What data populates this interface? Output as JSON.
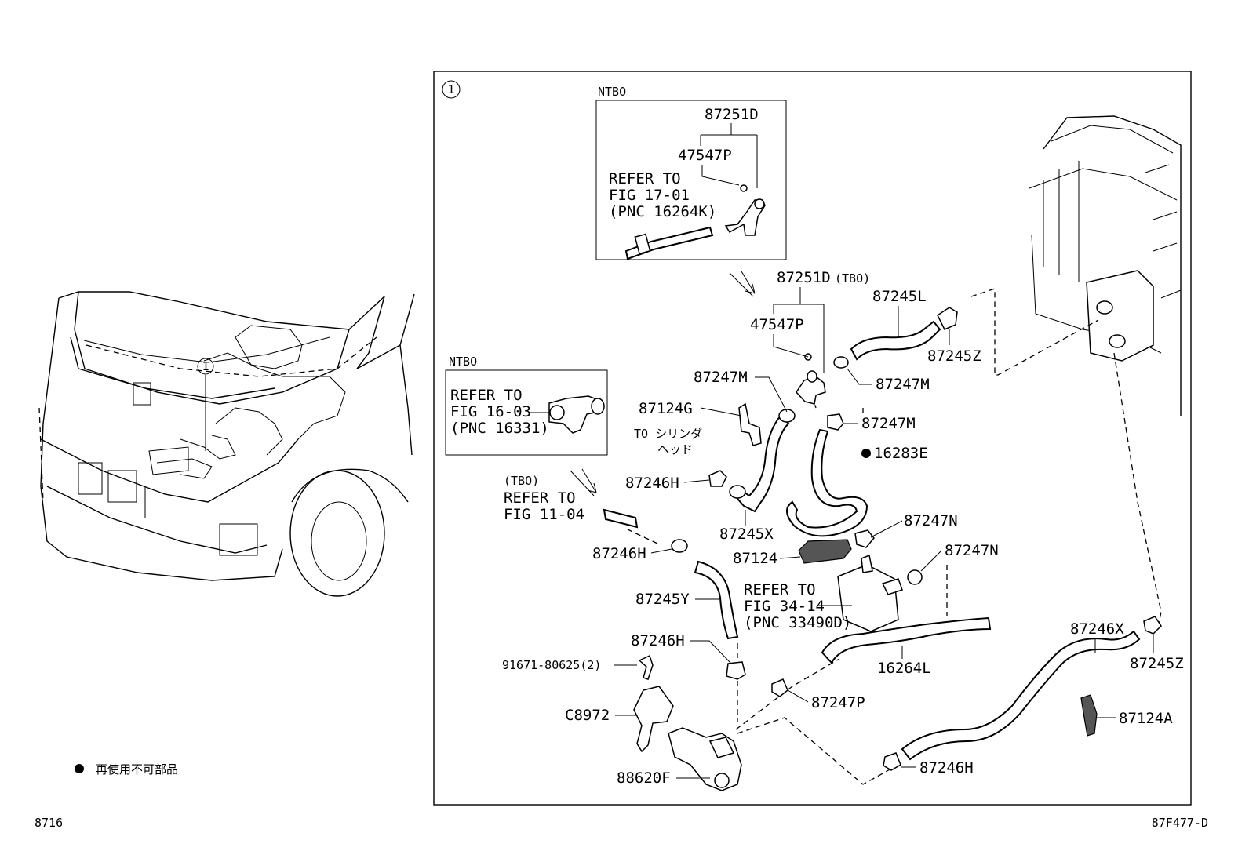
{
  "circled_ref": "1",
  "corner_left": "8716",
  "corner_right": "87F477-D",
  "legend": {
    "bullet": "●",
    "text": "再使用不可部品"
  },
  "inset_top": {
    "tag": "NTBO",
    "part_a": "87251D",
    "part_b": "47547P",
    "refer_1": "REFER TO",
    "refer_2": "FIG 17-01",
    "refer_3": "(PNC 16264K)"
  },
  "inset_left": {
    "tag": "NTBO",
    "refer_1": "REFER TO",
    "refer_2": "FIG 16-03",
    "refer_3": "(PNC 16331)"
  },
  "notes": {
    "to_cyl_1": "TO シリンダ",
    "to_cyl_2": "ヘッド",
    "tbo_refer_0": "(TBO)",
    "tbo_refer_1": "REFER TO",
    "tbo_refer_2": "FIG 11-04",
    "fig34_1": "REFER TO",
    "fig34_2": "FIG 34-14",
    "fig34_3": "(PNC 33490D)",
    "tbo_suffix": "(TBO)"
  },
  "labels": {
    "p87251D": "87251D",
    "p47547P": "47547P",
    "p87245L": "87245L",
    "p87245Z_top": "87245Z",
    "p87247M_a": "87247M",
    "p87247M_b": "87247M",
    "p87247M_c": "87247M",
    "p87124G": "87124G",
    "p16283E": "16283E",
    "p87246H_a": "87246H",
    "p87245X": "87245X",
    "p87247N_a": "87247N",
    "p87247N_b": "87247N",
    "p87124": "87124",
    "p87246H_b": "87246H",
    "p87245Y": "87245Y",
    "p87246X": "87246X",
    "p87245Z_bot": "87245Z",
    "p87246H_c": "87246H",
    "p91671": "91671-80625(2)",
    "p16264L": "16264L",
    "p87247P": "87247P",
    "pC8972": "C8972",
    "p87124A": "87124A",
    "p88620F": "88620F",
    "p87246H_d": "87246H"
  },
  "colors": {
    "ink": "#000000",
    "paper": "#ffffff"
  }
}
